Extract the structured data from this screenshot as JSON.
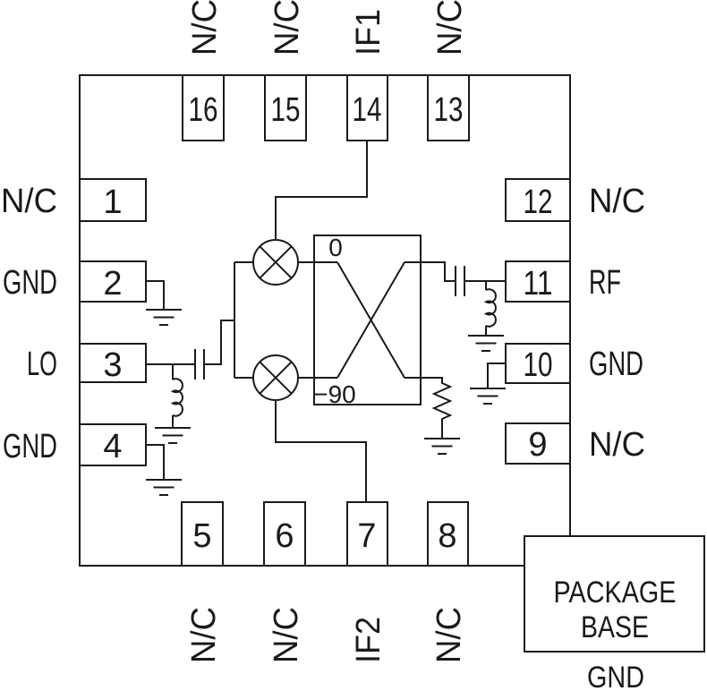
{
  "diagram_type": "IQ mixer IC pin-function schematic",
  "pins": {
    "left": [
      {
        "number": "1",
        "label": "N/C"
      },
      {
        "number": "2",
        "label": "GND"
      },
      {
        "number": "3",
        "label": "LO"
      },
      {
        "number": "4",
        "label": "GND"
      }
    ],
    "top": [
      {
        "number": "16",
        "label": "N/C"
      },
      {
        "number": "15",
        "label": "N/C"
      },
      {
        "number": "14",
        "label": "IF1"
      },
      {
        "number": "13",
        "label": "N/C"
      }
    ],
    "right": [
      {
        "number": "12",
        "label": "N/C"
      },
      {
        "number": "11",
        "label": "RF"
      },
      {
        "number": "10",
        "label": "GND"
      },
      {
        "number": "9",
        "label": "N/C"
      }
    ],
    "bottom": [
      {
        "number": "5",
        "label": "N/C"
      },
      {
        "number": "6",
        "label": "N/C"
      },
      {
        "number": "7",
        "label": "IF2"
      },
      {
        "number": "8",
        "label": "N/C"
      }
    ]
  },
  "hybrid": {
    "top_phase": "0",
    "bottom_phase": "−90"
  },
  "package_base": {
    "label_line1": "PACKAGE",
    "label_line2": "BASE",
    "ground_label": "GND"
  },
  "colors": {
    "stroke": "#1a1a1a",
    "background": "#ffffff"
  }
}
